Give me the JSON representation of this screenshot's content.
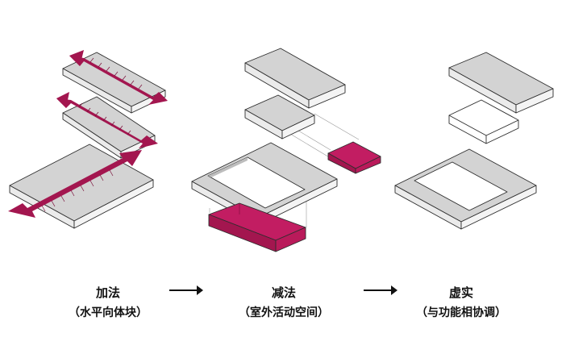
{
  "steps": [
    {
      "title": "加法",
      "subtitle": "（水平向体块）"
    },
    {
      "title": "减法",
      "subtitle": "（室外活动空间）"
    },
    {
      "title": "虚实",
      "subtitle": "（与功能相协调）"
    }
  ],
  "colors": {
    "accent": "#a3164f",
    "block_top": "#d3d3d3",
    "block_side": "#ebebeb",
    "outline": "#2e2e2e"
  },
  "icons": {
    "arrow": "right-arrow-icon",
    "extend": "double-arrow-icon"
  }
}
